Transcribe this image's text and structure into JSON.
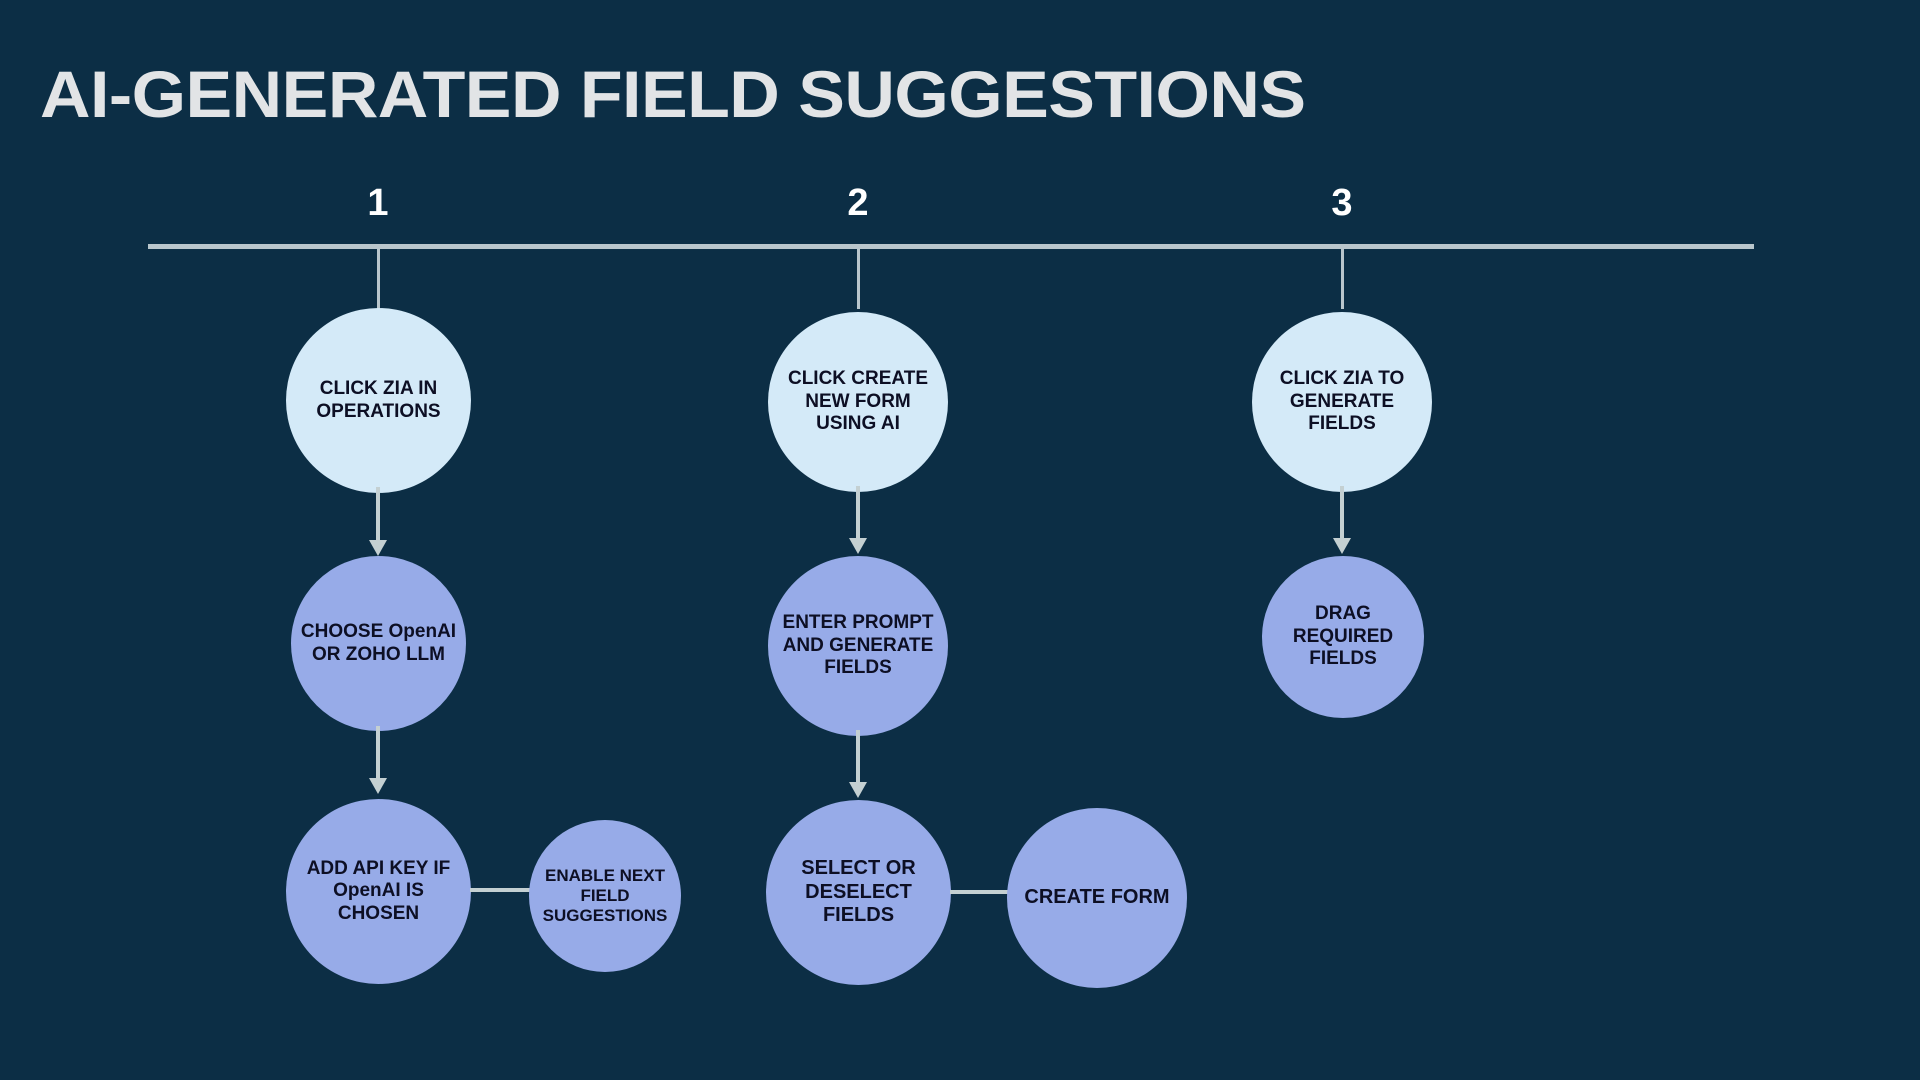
{
  "slide": {
    "title": "AI-GENERATED FIELD SUGGESTIONS",
    "background_color": "#0c2e45",
    "title_color": "#e2e4e6",
    "rule_color": "#b9c6cc",
    "node_light_color": "#d4eaf8",
    "node_medium_color": "#97abe8",
    "connector_color": "#c4d0d2"
  },
  "steps": [
    {
      "number": "1",
      "nodes": [
        {
          "id": "n1-1",
          "text": "CLICK ZIA IN OPERATIONS",
          "shade": "light"
        },
        {
          "id": "n1-2",
          "text": "CHOOSE OpenAI OR ZOHO LLM",
          "shade": "medium"
        },
        {
          "id": "n1-3",
          "text": "ADD API KEY IF OpenAI IS CHOSEN",
          "shade": "medium"
        },
        {
          "id": "n1-4",
          "text": "ENABLE NEXT FIELD SUGGESTIONS",
          "shade": "medium"
        }
      ]
    },
    {
      "number": "2",
      "nodes": [
        {
          "id": "n2-1",
          "text": "CLICK CREATE NEW FORM USING AI",
          "shade": "light"
        },
        {
          "id": "n2-2",
          "text": "ENTER PROMPT AND GENERATE FIELDS",
          "shade": "medium"
        },
        {
          "id": "n2-3",
          "text": "SELECT OR DESELECT FIELDS",
          "shade": "medium"
        },
        {
          "id": "n2-4",
          "text": "CREATE FORM",
          "shade": "medium"
        }
      ]
    },
    {
      "number": "3",
      "nodes": [
        {
          "id": "n3-1",
          "text": "CLICK ZIA TO GENERATE FIELDS",
          "shade": "light"
        },
        {
          "id": "n3-2",
          "text": "DRAG REQUIRED FIELDS",
          "shade": "medium"
        }
      ]
    }
  ]
}
